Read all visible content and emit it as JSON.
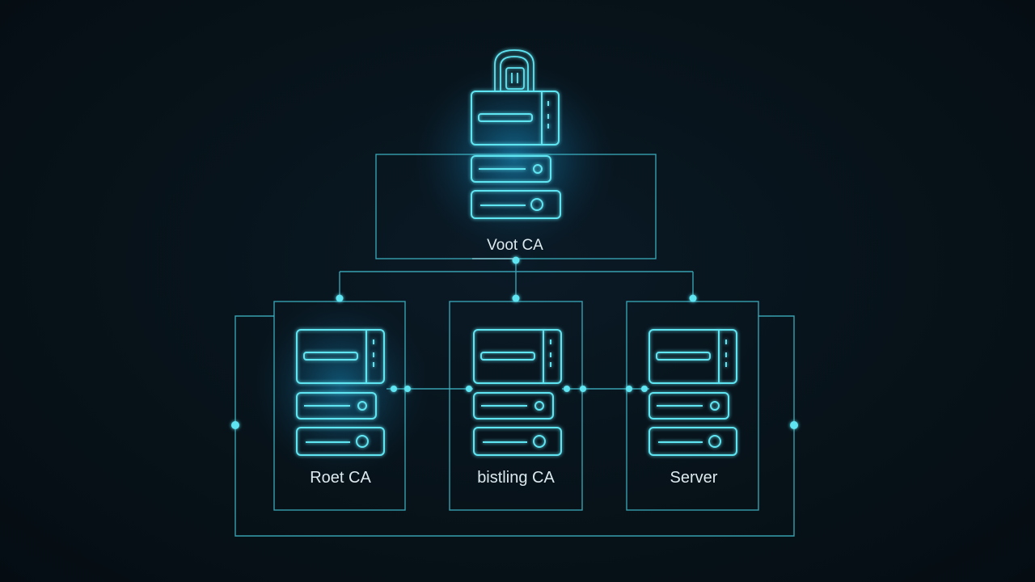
{
  "colors": {
    "background": "#061019",
    "line": "#3fb9c9",
    "line_bright": "#5fe4f2",
    "glow": "#1aa6e0",
    "label": "#dce9ee"
  },
  "top_node": {
    "label": "Voot CA",
    "icon": "padlock-icon",
    "device": "server-rack-icon"
  },
  "nodes": [
    {
      "label": "Roet CA",
      "device": "server-rack-icon"
    },
    {
      "label": "bistling CA",
      "device": "server-rack-icon"
    },
    {
      "label": "Server",
      "device": "server-rack-icon"
    }
  ]
}
